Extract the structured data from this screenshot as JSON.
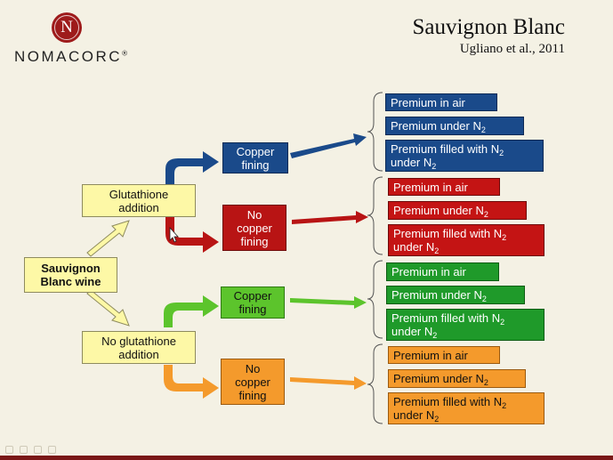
{
  "header": {
    "logo_letter": "N",
    "logo_name": "NOMACORC",
    "logo_mark": "®",
    "title": "Sauvignon Blanc",
    "subtitle": "Ugliano et al., 2011"
  },
  "colors": {
    "background": "#f4f1e4",
    "yellow": "#fdf8a6",
    "blue": "#1a4a8a",
    "red": "#b81414",
    "green": "#5cc42c",
    "dark_green": "#1f9a2a",
    "orange": "#f49a2c"
  },
  "diagram": {
    "source": {
      "line1": "Sauvignon",
      "line2": "Blanc wine"
    },
    "treatments": {
      "glutathione": {
        "line1": "Glutathione",
        "line2": "addition"
      },
      "no_glutathione": {
        "line1": "No glutathione",
        "line2": "addition"
      }
    },
    "fining": {
      "copper": {
        "line1": "Copper",
        "line2": "fining"
      },
      "no_copper": {
        "line1": "No",
        "line2": "copper",
        "line3": "fining"
      }
    },
    "outputs": {
      "in_air": "Premium in air",
      "under_prefix": "Premium under N",
      "filled_prefix": "Premium filled with N",
      "under_second_line": "under N",
      "subscript": "2"
    }
  }
}
